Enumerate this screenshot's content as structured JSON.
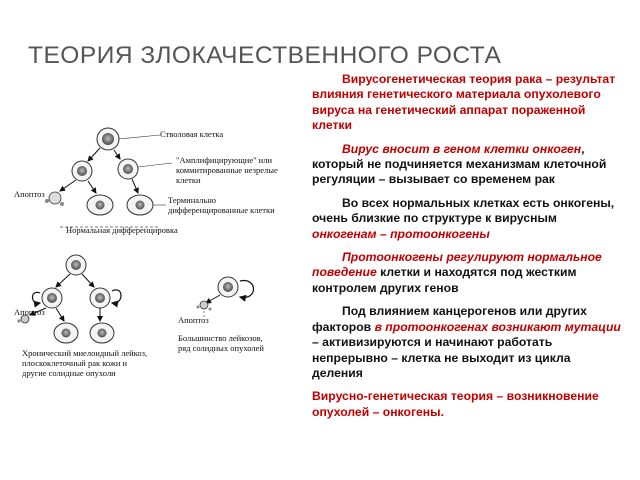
{
  "slide": {
    "title": "ТЕОРИЯ ЗЛОКАЧЕСТВЕННОГО РОСТА"
  },
  "text": {
    "p1": "Вирусогенетическая теория рака – результат влияния генетического материала опухолевого вируса на генетический аппарат пораженной клетки",
    "p2_a": "Вирус вносит в геном клетки онкоген",
    "p2_b": ", который не подчиняется механизмам клеточной регуляции – вызывает со временем рак",
    "p3_a": "Во всех нормальных клетках есть онкогены, очень близкие по структуре к вирусным ",
    "p3_b": "онкогенам – протоонкогены",
    "p4_a": "Протоонкогены регулируют нормальное поведение",
    "p4_b": " клетки и находятся под жестким контролем других генов",
    "p5_a": "Под влиянием канцерогенов или других факторов ",
    "p5_b": "в протоонкогенах возникают мутации",
    "p5_c": " – активизируются и начинают работать непрерывно – клетка не выходит из цикла деления",
    "p6": "Вирусно-генетическая теория – возникновение опухолей – онкогены."
  },
  "diagram": {
    "stem_cell": "Стволовая клетка",
    "amplifying_1": "\"Амплифицирующие\" или",
    "amplifying_2": "коммитированные незрелые",
    "amplifying_3": "клетки",
    "apoptosis_top": "Апоптоз",
    "terminal_1": "Терминально",
    "terminal_2": "дифференцированные клетки",
    "normal_diff": "Нормальная дифференцировка",
    "apoptosis_left": "Апоптоз",
    "leukemia_1": "Хронический миелоидный лейкоз,",
    "leukemia_2": "плоскоклеточный рак кожи и",
    "leukemia_3": "другие солидные опухоли",
    "apoptosis_right": "Апоптоз",
    "majority_1": "Большинство лейкозов,",
    "majority_2": "ряд солидных опухолей"
  }
}
